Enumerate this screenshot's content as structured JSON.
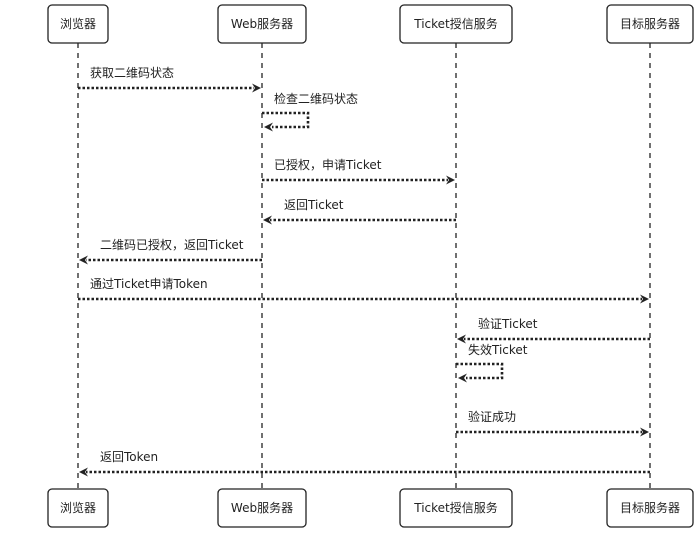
{
  "participants": [
    {
      "id": "browser",
      "label": "浏览器"
    },
    {
      "id": "web",
      "label": "Web服务器"
    },
    {
      "id": "ticket",
      "label": "Ticket授信服务"
    },
    {
      "id": "target",
      "label": "目标服务器"
    }
  ],
  "messages": [
    {
      "from": "browser",
      "to": "web",
      "label": "获取二维码状态"
    },
    {
      "from": "web",
      "to": "web",
      "label": "检查二维码状态"
    },
    {
      "from": "web",
      "to": "ticket",
      "label": "已授权，申请Ticket"
    },
    {
      "from": "ticket",
      "to": "web",
      "label": "返回Ticket"
    },
    {
      "from": "web",
      "to": "browser",
      "label": "二维码已授权，返回Ticket"
    },
    {
      "from": "browser",
      "to": "target",
      "label": "通过Ticket申请Token"
    },
    {
      "from": "target",
      "to": "ticket",
      "label": "验证Ticket"
    },
    {
      "from": "ticket",
      "to": "ticket",
      "label": "失效Ticket"
    },
    {
      "from": "ticket",
      "to": "target",
      "label": "验证成功"
    },
    {
      "from": "target",
      "to": "browser",
      "label": "返回Token"
    }
  ]
}
